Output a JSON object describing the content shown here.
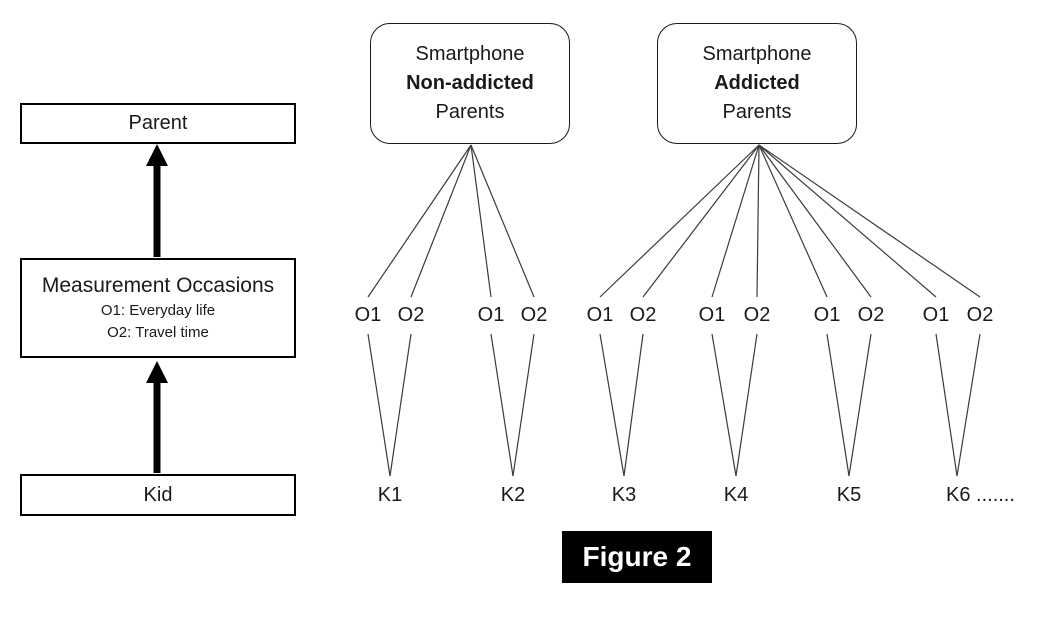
{
  "left_flow": {
    "parent_label": "Parent",
    "measurement_title": "Measurement Occasions",
    "measurement_line1": "O1: Everyday life",
    "measurement_line2": "O2: Travel time",
    "kid_label": "Kid"
  },
  "groups": [
    {
      "line1": "Smartphone",
      "line2": "Non-addicted",
      "line3": "Parents"
    },
    {
      "line1": "Smartphone",
      "line2": "Addicted",
      "line3": "Parents"
    }
  ],
  "occasions": [
    "O1",
    "O2",
    "O1",
    "O2",
    "O1",
    "O2",
    "O1",
    "O2",
    "O1",
    "O2",
    "O1",
    "O2"
  ],
  "kids": [
    "K1",
    "K2",
    "K3",
    "K4",
    "K5",
    "K6 ......."
  ],
  "caption": "Figure 2",
  "colors": {
    "background": "#ffffff",
    "box_border": "#000000",
    "connector_line": "#3b3b3b",
    "arrow": "#000000",
    "caption_bg": "#000000",
    "caption_text": "#ffffff"
  }
}
